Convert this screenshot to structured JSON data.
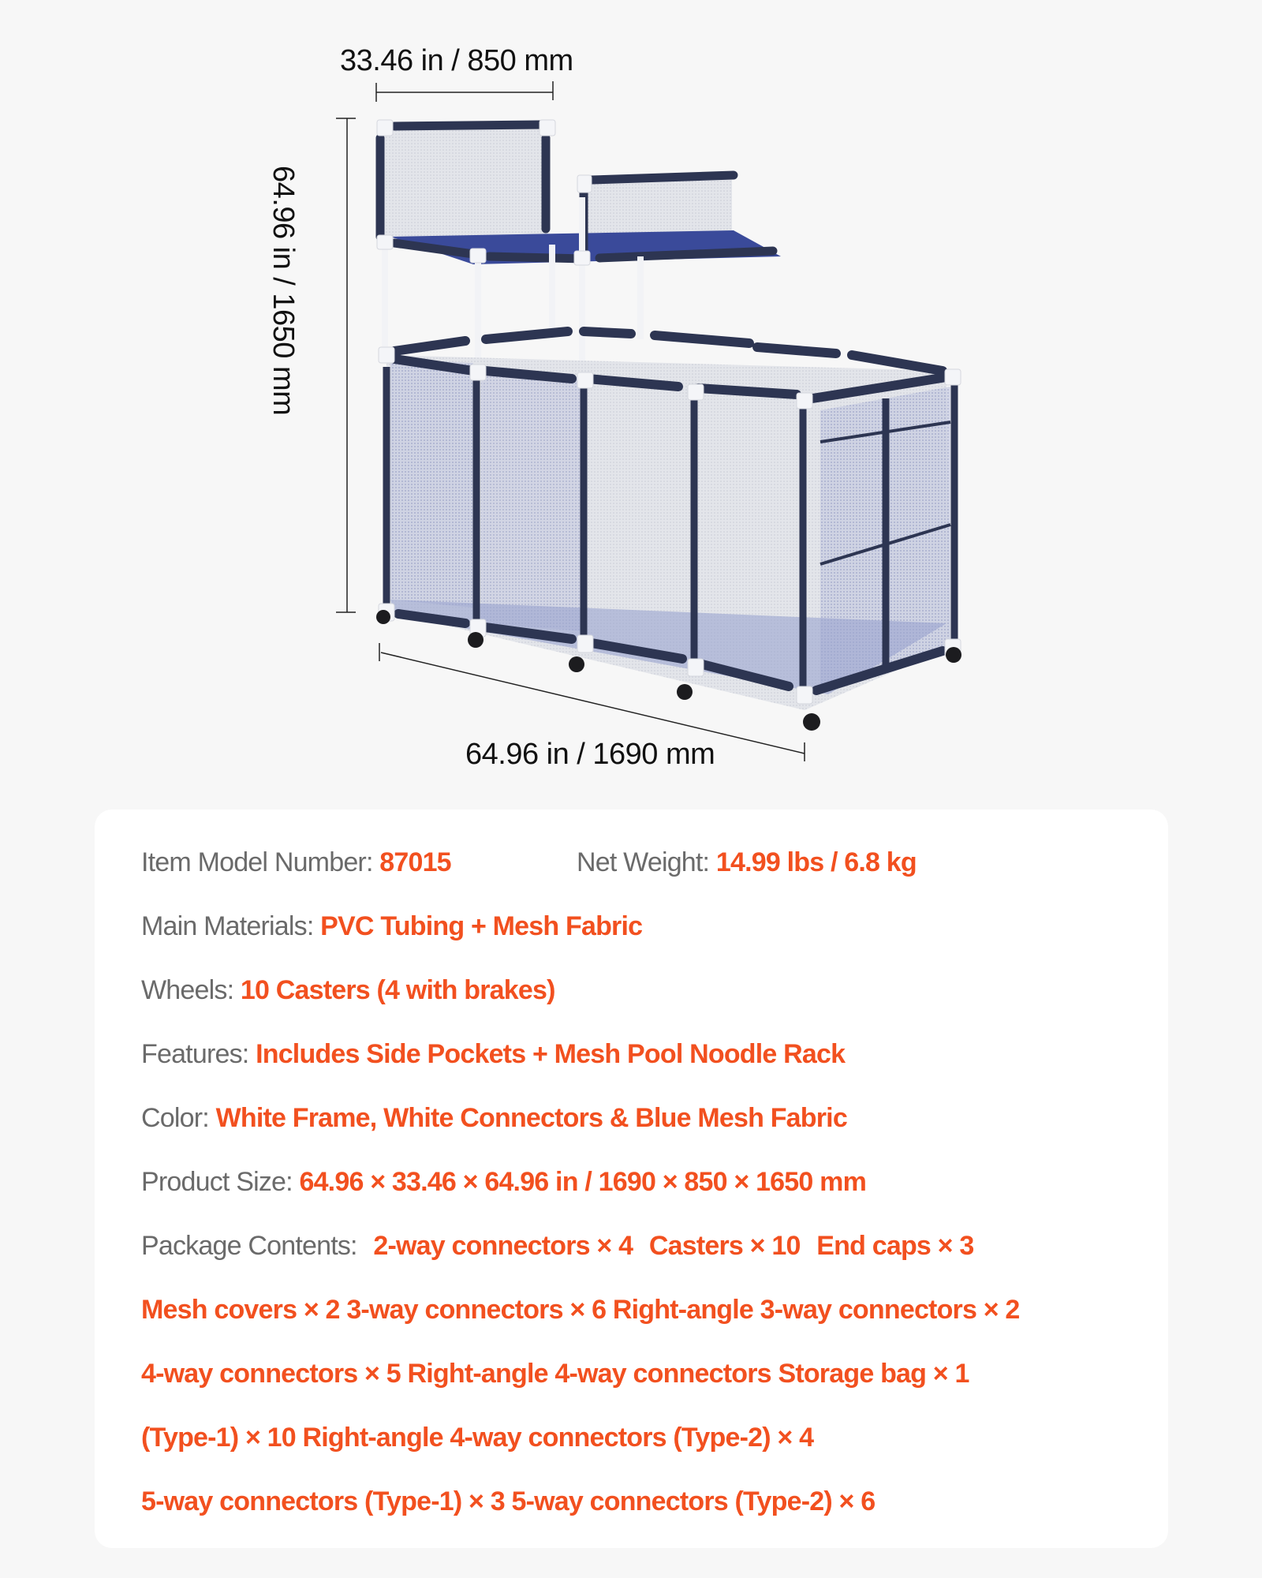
{
  "dimensions": {
    "width": "33.46 in / 850 mm",
    "height": "64.96 in / 1650 mm",
    "length": "64.96 in / 1690 mm"
  },
  "colors": {
    "background": "#f7f7f7",
    "card": "#ffffff",
    "label": "#6a6a6a",
    "value": "#f2501f",
    "frame_navy": "#2d3552",
    "mesh_blue": "#2f3f8f"
  },
  "specs": {
    "model": {
      "label": "Item Model Number:",
      "value": "87015"
    },
    "weight": {
      "label": "Net Weight:",
      "value": "14.99 lbs / 6.8 kg"
    },
    "materials": {
      "label": "Main Materials:",
      "value": "PVC Tubing + Mesh Fabric"
    },
    "wheels": {
      "label": "Wheels:",
      "value": "10 Casters (4 with brakes)"
    },
    "features": {
      "label": "Features:",
      "value": "Includes Side Pockets + Mesh Pool Noodle Rack"
    },
    "color": {
      "label": "Color:",
      "value": "White Frame, White Connectors & Blue Mesh Fabric"
    },
    "size": {
      "label": "Product Size:",
      "value": "64.96 × 33.46 × 64.96 in / 1690 × 850 × 1650 mm"
    },
    "package": {
      "label": "Package Contents:",
      "lines": [
        [
          "2-way connectors × 4",
          "Casters × 10",
          "End caps × 3"
        ],
        [
          "Mesh covers × 2",
          "3-way connectors × 6",
          "Right-angle 3-way connectors × 2"
        ],
        [
          "4-way connectors × 5",
          "Right-angle 4-way connectors",
          "Storage bag × 1"
        ],
        [
          "(Type-1) × 10",
          "Right-angle 4-way  connectors (Type-2) × 4"
        ],
        [
          "5-way connectors (Type-1) × 3",
          "5-way connectors (Type-2) × 6"
        ]
      ]
    }
  }
}
